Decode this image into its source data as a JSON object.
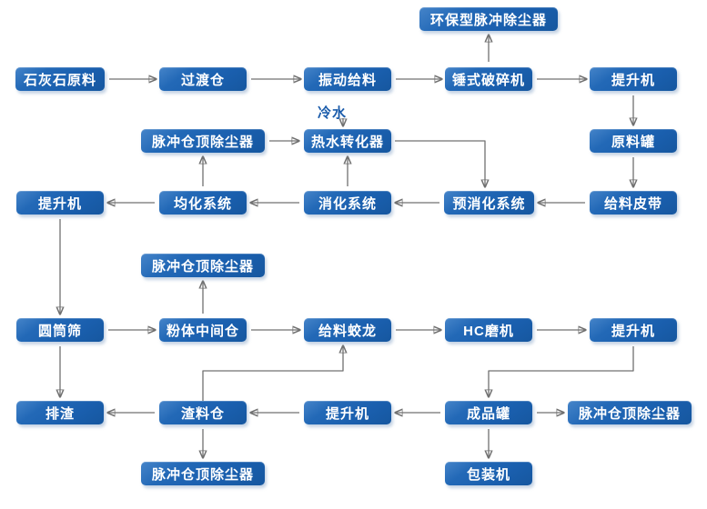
{
  "diagram": {
    "type": "flowchart",
    "colors": {
      "node_fill": "#1d60ae",
      "node_text": "#ffffff",
      "arrow_line": "#707070",
      "arrow_head": "#3c3c3c",
      "background": "#ffffff",
      "annotation_text": "#1b5cab"
    },
    "annotations": {
      "cold_water": "冷水"
    },
    "nodes": [
      {
        "id": "eco-pulse-dust-collector",
        "label": "环保型脉冲除尘器"
      },
      {
        "id": "limestone-raw-material",
        "label": "石灰石原料"
      },
      {
        "id": "transition-bin",
        "label": "过渡仓"
      },
      {
        "id": "vibrating-feeder",
        "label": "振动给料"
      },
      {
        "id": "hammer-crusher",
        "label": "锤式破碎机"
      },
      {
        "id": "elevator-top",
        "label": "提升机"
      },
      {
        "id": "pulse-bin-top-dc-1",
        "label": "脉冲仓顶除尘器"
      },
      {
        "id": "hot-water-converter",
        "label": "热水转化器"
      },
      {
        "id": "raw-material-tank",
        "label": "原料罐"
      },
      {
        "id": "elevator-left",
        "label": "提升机"
      },
      {
        "id": "homogenization-system",
        "label": "均化系统"
      },
      {
        "id": "digestion-system",
        "label": "消化系统"
      },
      {
        "id": "pre-digestion-system",
        "label": "预消化系统"
      },
      {
        "id": "feeding-belt",
        "label": "给料皮带"
      },
      {
        "id": "pulse-bin-top-dc-2",
        "label": "脉冲仓顶除尘器"
      },
      {
        "id": "drum-screen",
        "label": "圆筒筛"
      },
      {
        "id": "powder-intermediate-bin",
        "label": "粉体中间仓"
      },
      {
        "id": "feeding-screw-conveyor",
        "label": "给料蛟龙"
      },
      {
        "id": "hc-mill",
        "label": "HC磨机"
      },
      {
        "id": "elevator-right",
        "label": "提升机"
      },
      {
        "id": "slag-discharge",
        "label": "排渣"
      },
      {
        "id": "slag-bin",
        "label": "渣料仓"
      },
      {
        "id": "elevator-mid",
        "label": "提升机"
      },
      {
        "id": "finished-product-tank",
        "label": "成品罐"
      },
      {
        "id": "pulse-bin-top-dc-3",
        "label": "脉冲仓顶除尘器"
      },
      {
        "id": "pulse-bin-top-dc-4",
        "label": "脉冲仓顶除尘器"
      },
      {
        "id": "packing-machine",
        "label": "包装机"
      }
    ]
  }
}
